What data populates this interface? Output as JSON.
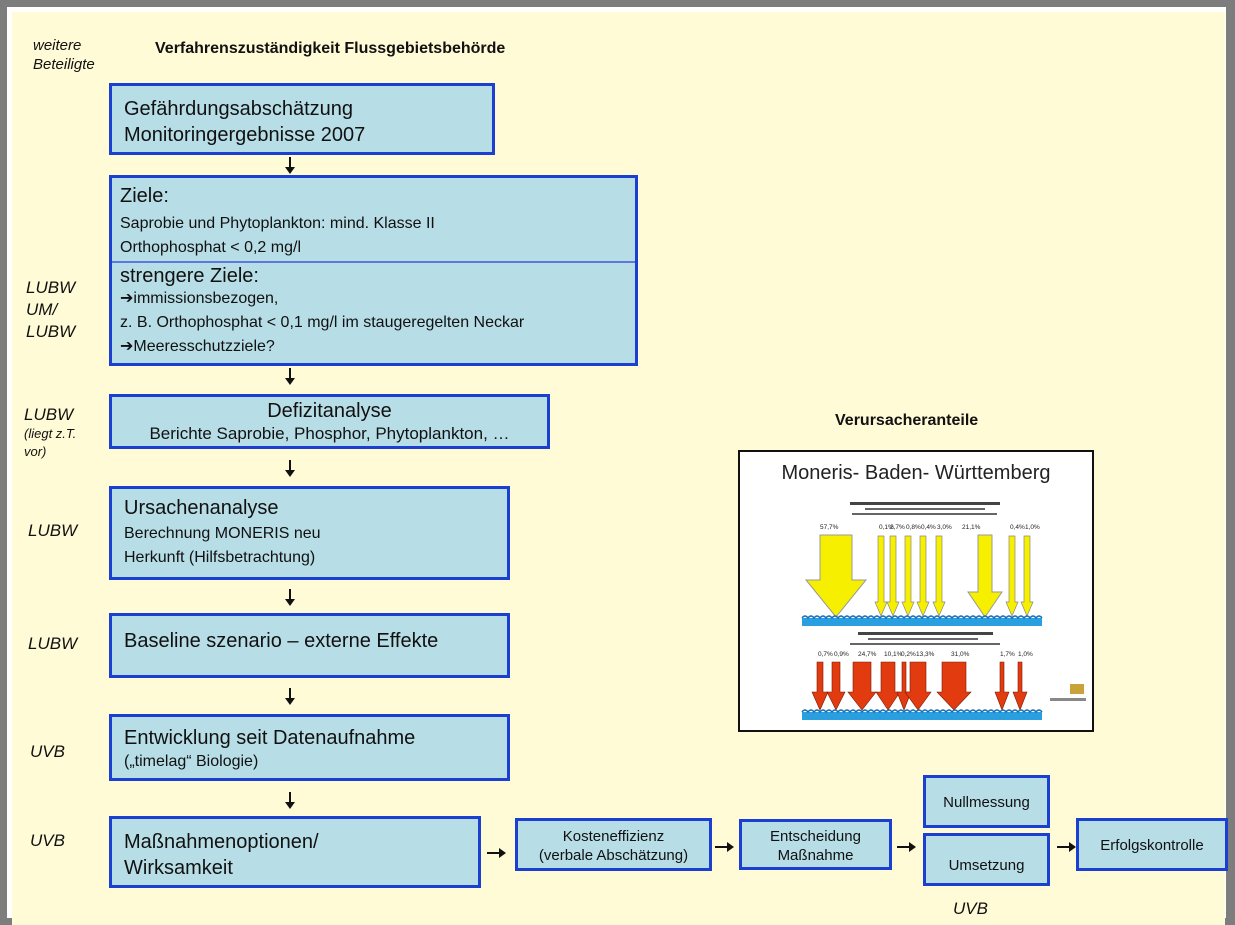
{
  "side_labels": {
    "weitere": "weitere",
    "beteiligte": "Beteiligte",
    "lubw_um_1": "LUBW",
    "lubw_um_2": "UM/",
    "lubw_um_3": "LUBW",
    "lubw_def_1": "LUBW",
    "lubw_def_2": "(liegt z.T.",
    "lubw_def_3": "vor)",
    "lubw_ursache": "LUBW",
    "lubw_baseline": "LUBW",
    "uvb_entwicklung": "UVB",
    "uvb_massnahmen": "UVB",
    "uvb_bottom": "UVB"
  },
  "header_title": "Verfahrenszuständigkeit Flussgebietsbehörde",
  "boxes": {
    "gefaehrdung": {
      "line1": "Gefährdungsabschätzung",
      "line2": "Monitoringergebnisse 2007"
    },
    "ziele": {
      "title": "Ziele:",
      "line1": "Saprobie und Phytoplankton:  mind. Klasse II",
      "line2": "Orthophosphat < 0,2 mg/l",
      "strenger_title": "strengere Ziele:",
      "s1": "immissionsbezogen,",
      "s2": "z. B. Orthophosphat < 0,1 mg/l im staugeregelten Neckar",
      "s3": "Meeresschutzziele?"
    },
    "defizit": {
      "line1": "Defizitanalyse",
      "line2": "Berichte Saprobie, Phosphor, Phytoplankton, …"
    },
    "ursache": {
      "line1": "Ursachenanalyse",
      "line2": "Berechnung MONERIS neu",
      "line3": "Herkunft (Hilfsbetrachtung)"
    },
    "baseline": {
      "line1": "Baseline szenario – externe Effekte"
    },
    "entwicklung": {
      "line1": "Entwicklung seit Datenaufnahme",
      "line2": "(„timelag“ Biologie)"
    },
    "massnahmen": {
      "line1": "Maßnahmenoptionen/",
      "line2": "Wirksamkeit"
    },
    "kosten": {
      "line1": "Kosteneffizienz",
      "line2": "(verbale Abschätzung)"
    },
    "entscheidung": {
      "line1": "Entscheidung",
      "line2": "Maßnahme"
    },
    "nullmessung": {
      "line1": "Nullmessung"
    },
    "umsetzung": {
      "line1": "Umsetzung"
    },
    "erfolg": {
      "line1": "Erfolgskontrolle"
    }
  },
  "verursacher_title": "Verursacheranteile",
  "moneris": {
    "title": "Moneris- Baden- Württemberg",
    "top_pcts": [
      "57,7%",
      "0,1%",
      "2,7%",
      "0,8%",
      "0,4%",
      "3,0%",
      "21,1%",
      "0,4%",
      "1,0%"
    ],
    "bottom_pcts": [
      "0,7%",
      "0,9%",
      "24,7%",
      "10,1%",
      "0,2%",
      "13,3%",
      "31,0%",
      "1,7%",
      "1,0%"
    ],
    "colors": {
      "yellow": "#f6f000",
      "red": "#e23b10",
      "water": "#2a9fe0"
    }
  },
  "colors": {
    "box_fill": "#b7dde6",
    "box_border": "#1b3fd0",
    "background": "#fffbd6",
    "frame": "#7d7d7d"
  }
}
